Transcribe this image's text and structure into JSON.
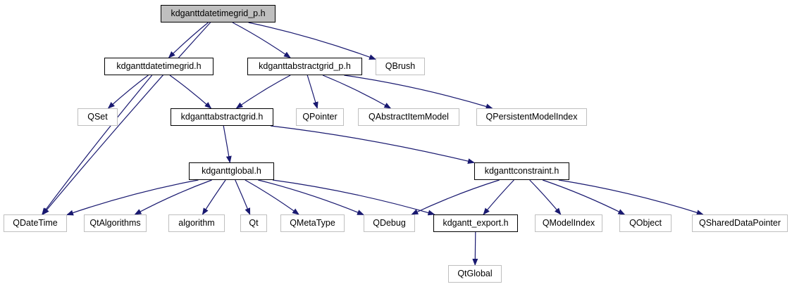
{
  "colors": {
    "edge": "#191970",
    "root_fill": "#bfbfbf",
    "internal_border": "#000000",
    "external_border": "#bfbfbf"
  },
  "nodes": {
    "root": "kdganttdatetimegrid_p.h",
    "datetimegrid": "kdganttdatetimegrid.h",
    "abstractgrid_p": "kdganttabstractgrid_p.h",
    "qbrush": "QBrush",
    "qset": "QSet",
    "abstractgrid": "kdganttabstractgrid.h",
    "qpointer": "QPointer",
    "qabstractitemmodel": "QAbstractItemModel",
    "qpersistentmodelindex": "QPersistentModelIndex",
    "global": "kdganttglobal.h",
    "constraint": "kdganttconstraint.h",
    "qdatetime": "QDateTime",
    "qtalgorithms": "QtAlgorithms",
    "algorithm": "algorithm",
    "qt": "Qt",
    "qmetatype": "QMetaType",
    "qdebug": "QDebug",
    "export": "kdgantt_export.h",
    "qmodelindex": "QModelIndex",
    "qobject": "QObject",
    "qshareddatapointer": "QSharedDataPointer",
    "qtglobal": "QtGlobal"
  },
  "edges": [
    [
      "root",
      "qdatetime"
    ],
    [
      "root",
      "datetimegrid"
    ],
    [
      "root",
      "abstractgrid_p"
    ],
    [
      "root",
      "qbrush"
    ],
    [
      "datetimegrid",
      "qset"
    ],
    [
      "datetimegrid",
      "abstractgrid"
    ],
    [
      "datetimegrid",
      "qdatetime"
    ],
    [
      "abstractgrid_p",
      "abstractgrid"
    ],
    [
      "abstractgrid_p",
      "qpointer"
    ],
    [
      "abstractgrid_p",
      "qabstractitemmodel"
    ],
    [
      "abstractgrid_p",
      "qpersistentmodelindex"
    ],
    [
      "abstractgrid",
      "global"
    ],
    [
      "abstractgrid",
      "constraint"
    ],
    [
      "global",
      "qdatetime"
    ],
    [
      "global",
      "qtalgorithms"
    ],
    [
      "global",
      "algorithm"
    ],
    [
      "global",
      "qt"
    ],
    [
      "global",
      "qmetatype"
    ],
    [
      "global",
      "qdebug"
    ],
    [
      "global",
      "export"
    ],
    [
      "constraint",
      "qdebug"
    ],
    [
      "constraint",
      "export"
    ],
    [
      "constraint",
      "qmodelindex"
    ],
    [
      "constraint",
      "qobject"
    ],
    [
      "constraint",
      "qshareddatapointer"
    ],
    [
      "export",
      "qtglobal"
    ]
  ]
}
